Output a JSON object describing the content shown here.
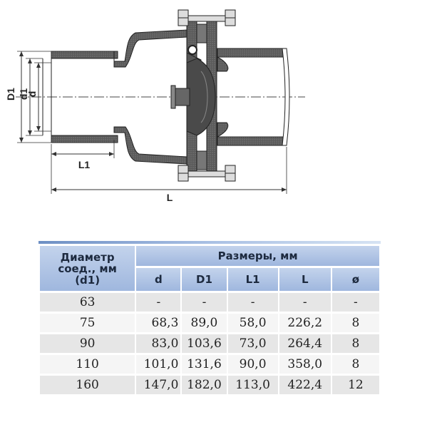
{
  "drawing": {
    "labels": {
      "D1": "D1",
      "d1": "d1",
      "d": "d",
      "L1": "L1",
      "L": "L"
    }
  },
  "table": {
    "header_first": [
      "Диаметр",
      "соед., мм",
      "(d1)"
    ],
    "header_group": "Размеры, мм",
    "columns": [
      "d",
      "D1",
      "L1",
      "L",
      "ø"
    ],
    "rows": [
      [
        "63",
        "-",
        "-",
        "-",
        "-",
        "-"
      ],
      [
        "75",
        "68,3",
        "89,0",
        "58,0",
        "226,2",
        "8"
      ],
      [
        "90",
        "83,0",
        "103,6",
        "73,0",
        "264,4",
        "8"
      ],
      [
        "110",
        "101,0",
        "131,6",
        "90,0",
        "358,0",
        "8"
      ],
      [
        "160",
        "147,0",
        "182,0",
        "113,0",
        "422,4",
        "12"
      ]
    ]
  },
  "colors": {
    "header_bg": "#a9bfe2",
    "row_dark": "#e6e6e6",
    "row_light": "#f5f5f5",
    "body_fill": "#4a4a4a"
  }
}
